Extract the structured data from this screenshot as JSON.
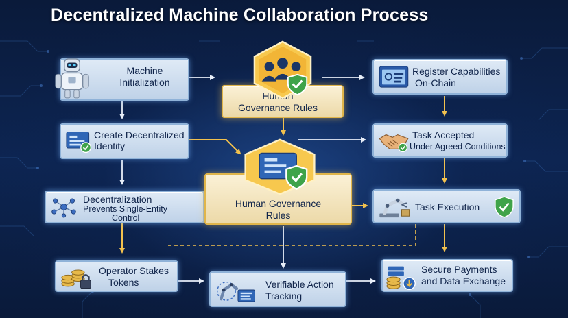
{
  "title": "Decentralized Machine Collaboration Process",
  "colors": {
    "background": "#0b1c3d",
    "box_fill": "#d3e1f1",
    "box_border": "#8fb2d8",
    "gold_border": "#e0b54a",
    "arrow_gold": "#f2c14e",
    "arrow_white": "#e8eef8",
    "check_green": "#3fa34a"
  },
  "nodes": {
    "machine_init": {
      "line1": "Machine",
      "line2": "Initialization",
      "icon": "robot-icon"
    },
    "governance_top": {
      "line1": "Human",
      "line2": "Governance Rules",
      "icon": "people-shield-icon"
    },
    "register": {
      "line1": "Register Capabilities",
      "line2": "On-Chain",
      "icon": "capabilities-screen-icon"
    },
    "identity": {
      "line1": "Create Decentralized",
      "line2": "Identity",
      "icon": "id-card-icon"
    },
    "accepted": {
      "line1": "Task Accepted",
      "line2": "Under Agreed Conditions",
      "icon": "handshake-icon"
    },
    "decentral": {
      "line1": "Decentralization",
      "line2": "Prevents Single-Entity",
      "line3": "Control",
      "icon": "network-nodes-icon"
    },
    "governance_center": {
      "line1": "Human Governance",
      "line2": "Rules",
      "icon": "document-shield-icon"
    },
    "execution": {
      "line1": "Task Execution",
      "icon": "robot-arm-icon"
    },
    "stakes": {
      "line1": "Operator Stakes",
      "line2": "Tokens",
      "icon": "coins-lock-icon"
    },
    "tracking": {
      "line1": "Verifiable Action",
      "line2": "Tracking",
      "icon": "robot-arm-tracking-icon"
    },
    "payments": {
      "line1": "Secure Payments",
      "line2": "and Data Exchange",
      "icon": "coins-server-icon"
    }
  }
}
